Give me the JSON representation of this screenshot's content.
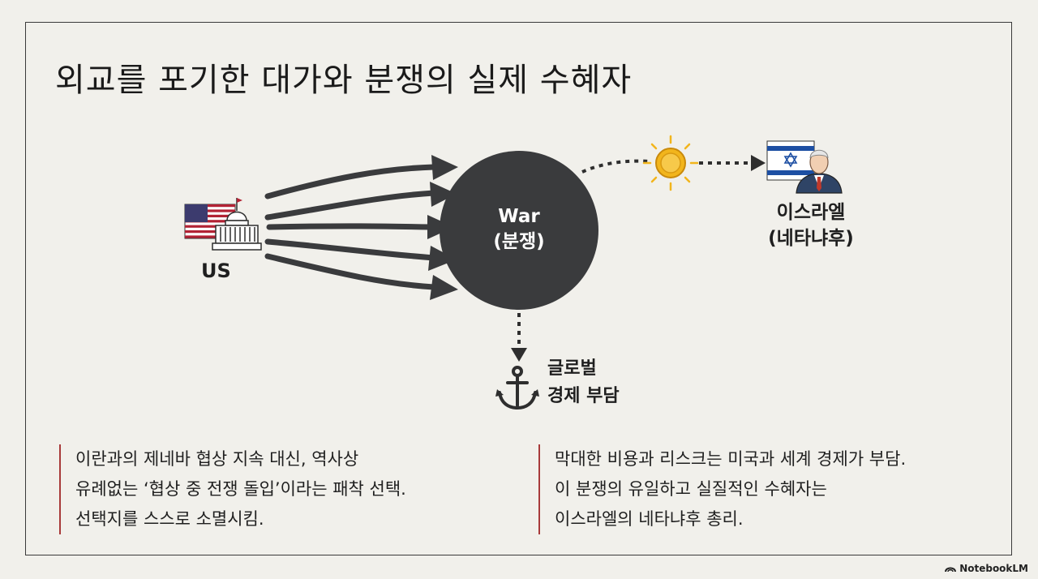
{
  "title": "외교를 포기한 대가와 분쟁의 실제 수혜자",
  "nodes": {
    "us": {
      "label": "US",
      "icon": "us-flag-capitol-icon"
    },
    "war": {
      "label_line1": "War",
      "label_line2": "(분쟁)"
    },
    "israel": {
      "label_line1": "이스라엘",
      "label_line2": "(네타냐후)",
      "icon": "israel-flag-person-icon"
    },
    "global": {
      "label_line1": "글로벌",
      "label_line2": "경제 부담",
      "icon": "anchor-icon"
    },
    "benefit": {
      "icon": "gold-coin-icon"
    }
  },
  "notes": {
    "left": [
      "이란과의 제네바 협상 지속 대신, 역사상",
      "유례없는 ‘협상 중 전쟁 돌입’이라는 패착 선택.",
      "선택지를 스스로 소멸시킴."
    ],
    "right": [
      "막대한 비용과 리스크는 미국과 세계 경제가 부담.",
      "이 분쟁의 유일하고 실질적인 수혜자는",
      "이스라엘의 네타냐후 총리."
    ]
  },
  "brand": "NotebookLM",
  "colors": {
    "circle": "#3a3b3d",
    "arrow": "#3a3b3d",
    "accent_line": "#a83a3a",
    "coin": "#f2b51c",
    "background": "#f1f0eb"
  }
}
